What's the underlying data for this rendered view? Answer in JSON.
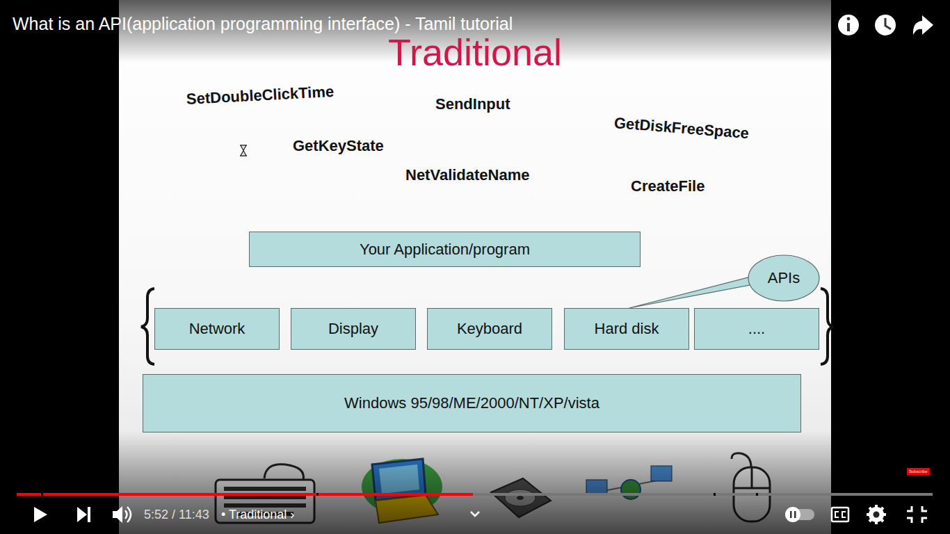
{
  "diagram": {
    "title": "Traditional",
    "nodes": [
      {
        "text": [
          "Your Application/program"
        ]
      },
      {
        "text": [
          "APIs"
        ]
      },
      {
        "text": [
          "Network"
        ]
      },
      {
        "text": [
          "Display"
        ]
      },
      {
        "text": [
          "Keyboard"
        ]
      },
      {
        "text": [
          "Hard disk"
        ]
      },
      {
        "text": [
          "...."
        ]
      },
      {
        "text": [
          "Windows 95/98/ME/2000/NT/XP/vista"
        ]
      }
    ],
    "edges": [
      {
        "from": 1,
        "to": 5,
        "arrow": "none"
      }
    ],
    "labels": [
      "What is an API(application programming interface) - Tamil tutorial",
      "SetDoubleClickTime",
      "SendInput",
      "GetDiskFreeSpace",
      "GetKeyState",
      "NetValidateName",
      "CreateFile",
      "5:52 / 11:43",
      "• Traditional ›",
      "Subscribe"
    ]
  }
}
